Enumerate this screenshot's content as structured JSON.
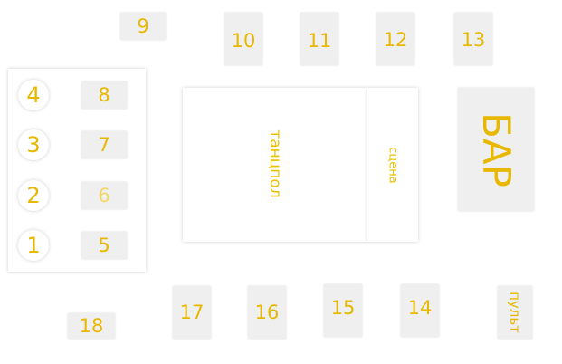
{
  "tables_top": [
    "9",
    "10",
    "11",
    "12",
    "13"
  ],
  "tables_left": [
    "8",
    "7",
    "6",
    "5"
  ],
  "round_tables": [
    "4",
    "3",
    "2",
    "1"
  ],
  "tables_bottom": [
    "18",
    "17",
    "16",
    "15",
    "14"
  ],
  "dance_floor_label": "танцпол",
  "stage_label": "сцена",
  "bar_label": "БАР",
  "console_label": "пульт",
  "colors": {
    "accent": "#e8b800",
    "table_fill": "#efefef",
    "background": "#ffffff"
  }
}
